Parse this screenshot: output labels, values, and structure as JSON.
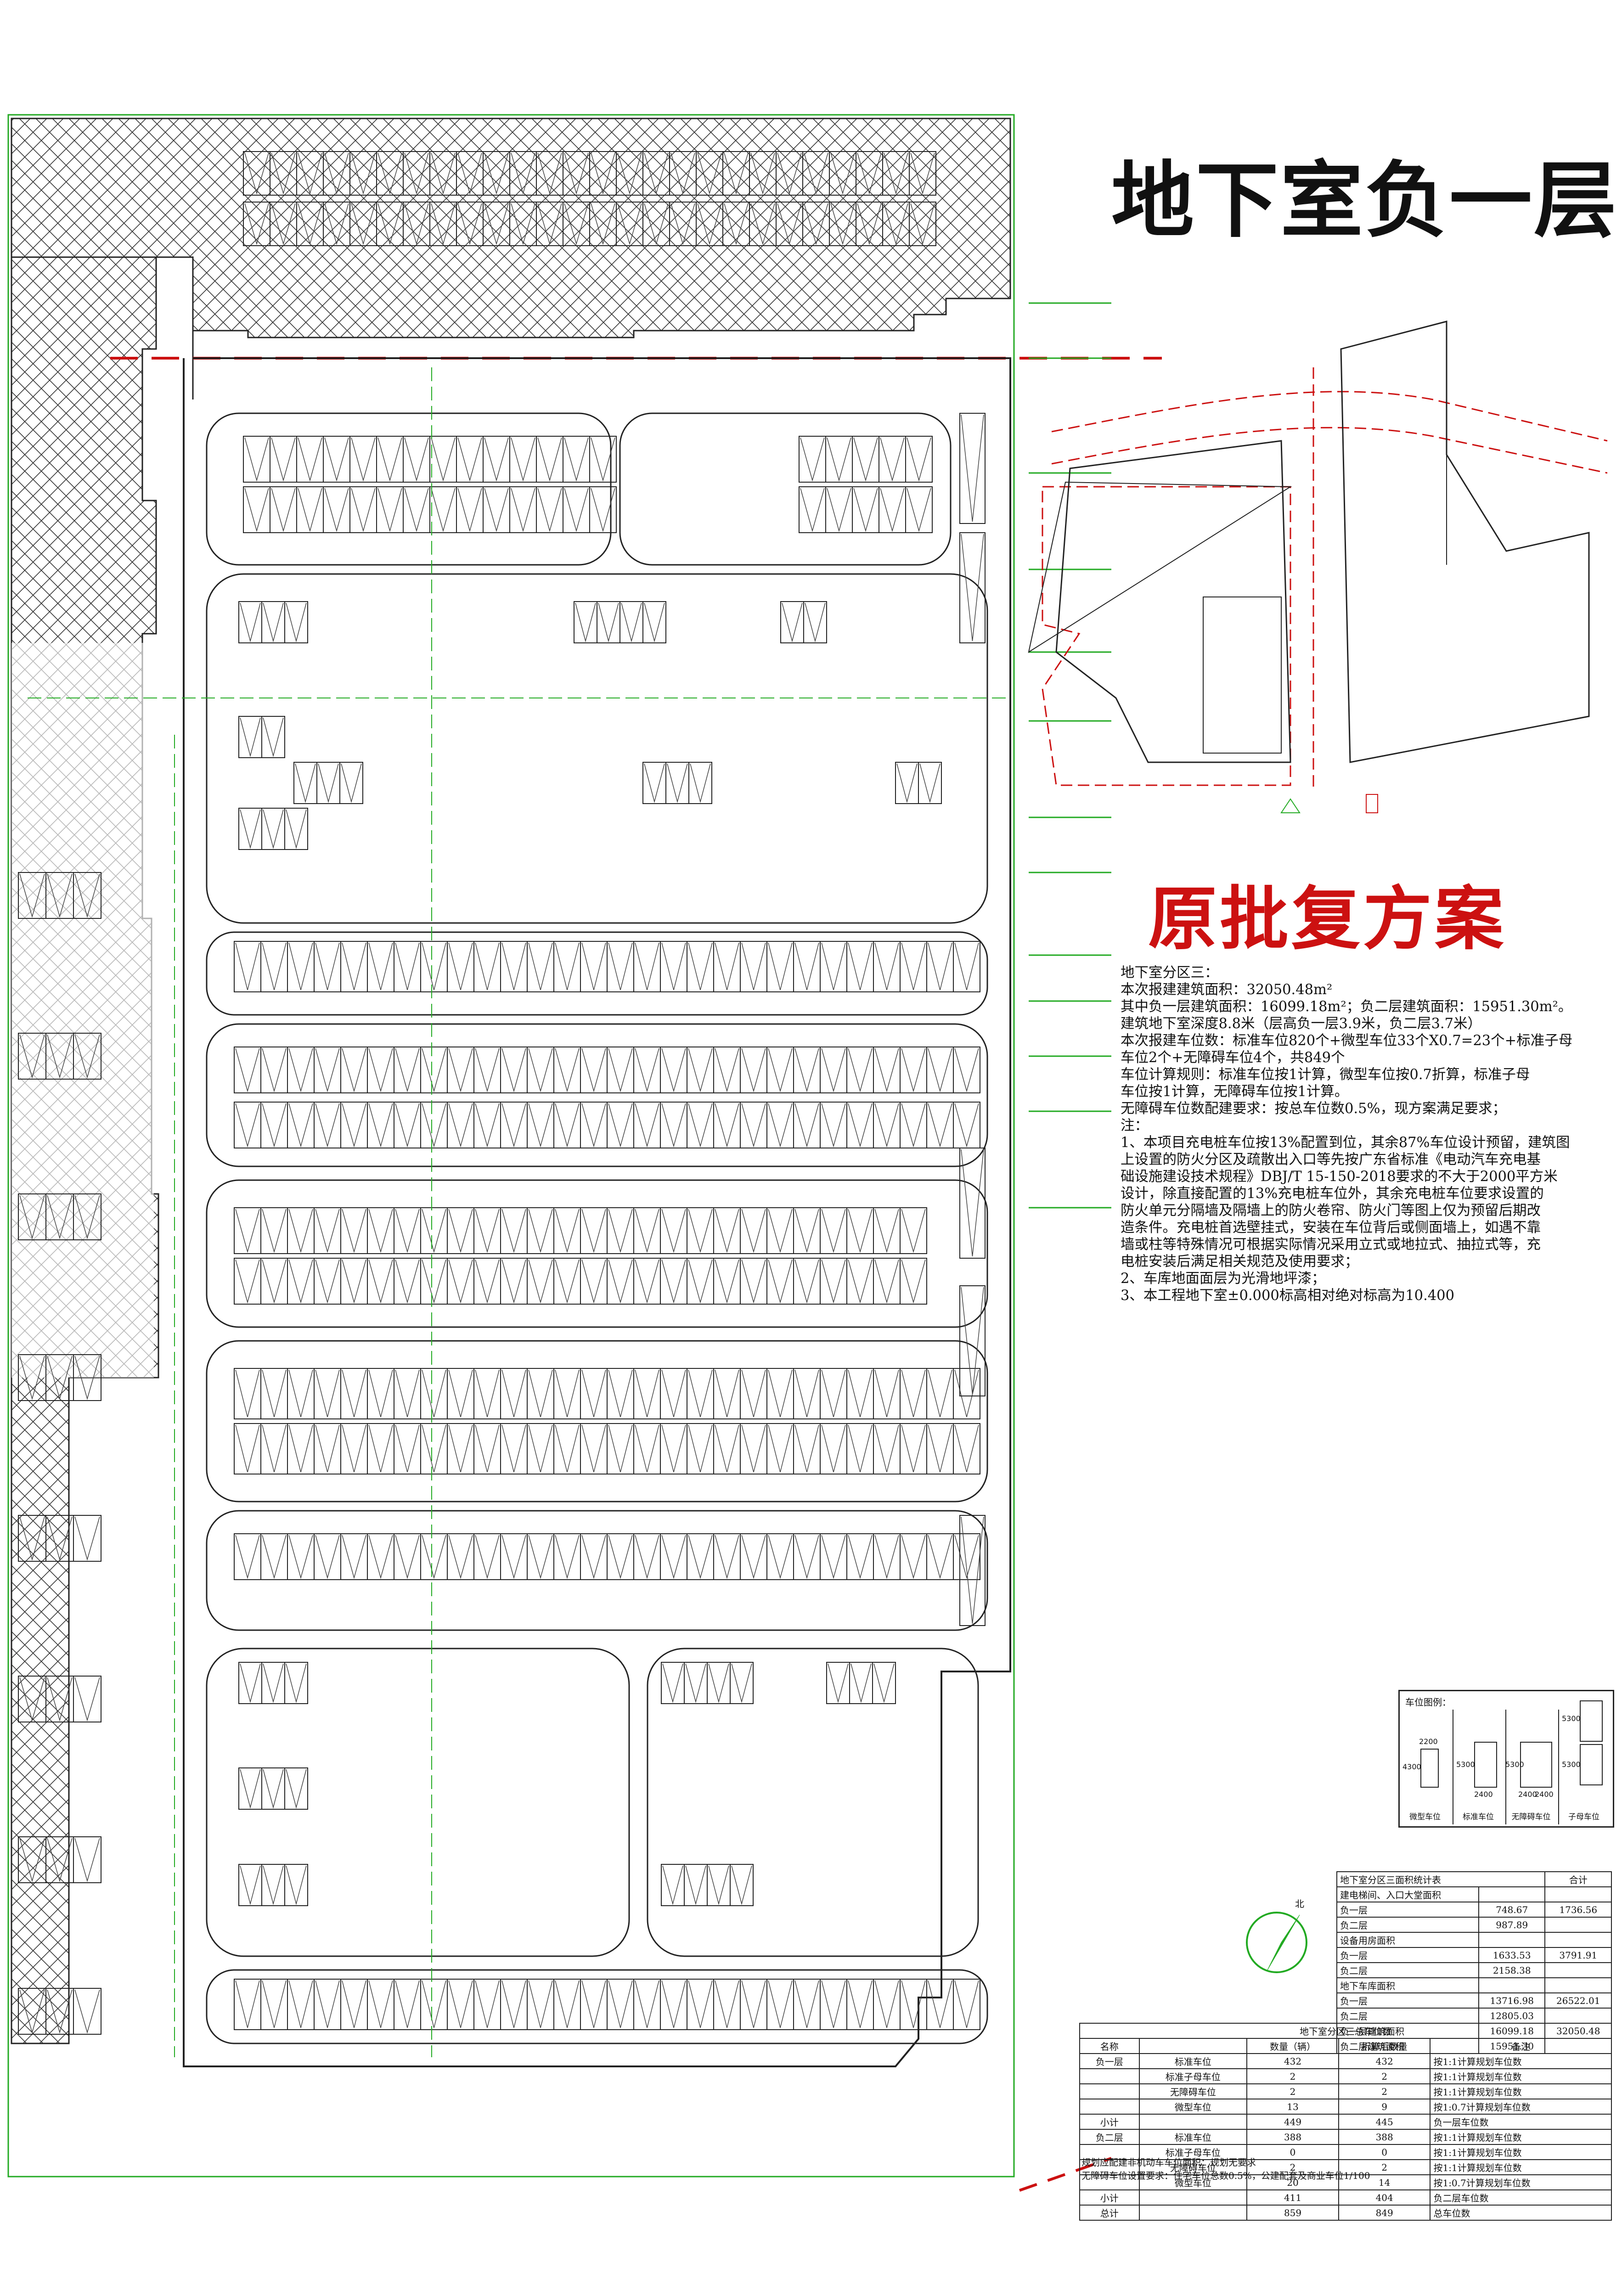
{
  "title": "地下室负一层",
  "stamp": "原批复方案",
  "notes": [
    "地下室分区三：",
    "本次报建建筑面积：32050.48m²",
    "其中负一层建筑面积：16099.18m²；负二层建筑面积：15951.30m²。",
    "建筑地下室深度8.8米（层高负一层3.9米，负二层3.7米）",
    "本次报建车位数：标准车位820个+微型车位33个X0.7=23个+标准子母",
    "车位2个+无障碍车位4个，共849个",
    "车位计算规则：标准车位按1计算，微型车位按0.7折算，标准子母",
    "车位按1计算，无障碍车位按1计算。",
    "无障碍车位数配建要求：按总车位数0.5%，现方案满足要求；",
    "注：",
    "1、本项目充电桩车位按13%配置到位，其余87%车位设计预留，建筑图",
    "上设置的防火分区及疏散出入口等先按广东省标准《电动汽车充电基",
    "础设施建设技术规程》DBJ/T 15-150-2018要求的不大于2000平方米",
    "设计，除直接配置的13%充电桩车位外，其余充电桩车位要求设置的",
    "防火单元分隔墙及隔墙上的防火卷帘、防火门等图上仅为预留后期改",
    "造条件。充电桩首选壁挂式，安装在车位背后或侧面墙上，如遇不靠",
    "墙或柱等特殊情况可根据实际情况采用立式或地拉式、抽拉式等，充",
    "电桩安装后满足相关规范及使用要求；",
    "2、车库地面面层为光滑地坪漆；",
    "3、本工程地下室±0.000标高相对绝对标高为10.400"
  ],
  "legend": {
    "title": "车位图例：",
    "items": [
      {
        "label": "微型车位",
        "dims": [
          "2200",
          "4300"
        ]
      },
      {
        "label": "标准车位",
        "dims": [
          "2400",
          "5300"
        ]
      },
      {
        "label": "无障碍车位",
        "dims": [
          "2400",
          "2400",
          "5300"
        ]
      },
      {
        "label": "子母车位",
        "dims": [
          "5300",
          "5300"
        ]
      }
    ]
  },
  "area_table": {
    "header": [
      "地下室分区三面积统计表",
      "合计"
    ],
    "rows": [
      [
        "建电梯间、入口大堂面积",
        "",
        ""
      ],
      [
        "负一层",
        "748.67",
        "1736.56"
      ],
      [
        "负二层",
        "987.89",
        ""
      ],
      [
        "设备用房面积",
        "",
        ""
      ],
      [
        "负一层",
        "1633.53",
        "3791.91"
      ],
      [
        "负二层",
        "2158.38",
        ""
      ],
      [
        "地下车库面积",
        "",
        ""
      ],
      [
        "负一层",
        "13716.98",
        "26522.01"
      ],
      [
        "负二层",
        "12805.03",
        ""
      ],
      [
        "负一层建筑面积",
        "16099.18",
        "32050.48"
      ],
      [
        "负二层建筑面积",
        "15951.30",
        ""
      ]
    ]
  },
  "count_table": {
    "title": "地下室分区三总车位数",
    "columns": [
      "名称",
      "",
      "数量（辆）",
      "折算后数量",
      "备注"
    ],
    "rows": [
      [
        "负一层",
        "标准车位",
        "432",
        "432",
        "按1:1计算规划车位数"
      ],
      [
        "",
        "标准子母车位",
        "2",
        "2",
        "按1:1计算规划车位数"
      ],
      [
        "",
        "无障碍车位",
        "2",
        "2",
        "按1:1计算规划车位数"
      ],
      [
        "",
        "微型车位",
        "13",
        "9",
        "按1:0.7计算规划车位数"
      ],
      [
        "小计",
        "",
        "449",
        "445",
        "负一层车位数"
      ],
      [
        "负二层",
        "标准车位",
        "388",
        "388",
        "按1:1计算规划车位数"
      ],
      [
        "",
        "标准子母车位",
        "0",
        "0",
        "按1:1计算规划车位数"
      ],
      [
        "",
        "无障碍车位",
        "2",
        "2",
        "按1:1计算规划车位数"
      ],
      [
        "",
        "微型车位",
        "20",
        "14",
        "按1:0.7计算规划车位数"
      ],
      [
        "小计",
        "",
        "411",
        "404",
        "负二层车位数"
      ],
      [
        "总计",
        "",
        "859",
        "849",
        "总车位数"
      ]
    ]
  },
  "footnotes": [
    "规划应配建非机动车车位面积：规划无要求",
    "无障碍车位设置要求：住宅车位总数0.5%，公建配套及商业车位1/100"
  ],
  "north_label": "北",
  "colors": {
    "ink": "#111111",
    "plan_line": "#222222",
    "hatch": "#333333",
    "accent_green": "#22aa22",
    "axis_red": "#cc1111",
    "stamp_red": "#cc1111"
  }
}
